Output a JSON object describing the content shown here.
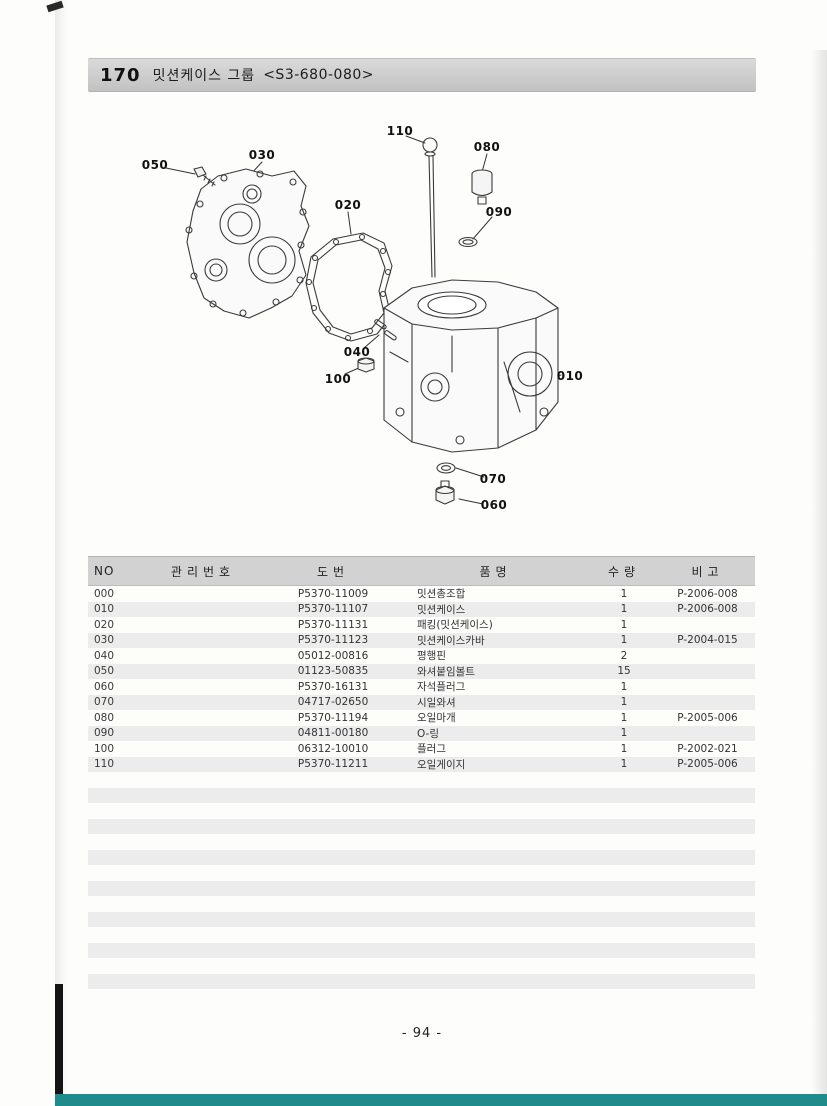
{
  "header": {
    "number": "170",
    "title": "밋션케이스 그룹",
    "code": "<S3-680-080>"
  },
  "diagram": {
    "callouts": [
      "050",
      "030",
      "020",
      "110",
      "080",
      "090",
      "040",
      "100",
      "010",
      "070",
      "060"
    ]
  },
  "table": {
    "columns": [
      "NO",
      "관리번호",
      "도번",
      "품명",
      "수량",
      "비고"
    ],
    "rows": [
      {
        "no": "000",
        "mgmt": "",
        "dwg": "P5370-11009",
        "name": "밋션총조합",
        "qty": "1",
        "remark": "P-2006-008"
      },
      {
        "no": "010",
        "mgmt": "",
        "dwg": "P5370-11107",
        "name": "밋션케이스",
        "qty": "1",
        "remark": "P-2006-008"
      },
      {
        "no": "020",
        "mgmt": "",
        "dwg": "P5370-11131",
        "name": "패킹(밋션케이스)",
        "qty": "1",
        "remark": ""
      },
      {
        "no": "030",
        "mgmt": "",
        "dwg": "P5370-11123",
        "name": "밋션케이스카바",
        "qty": "1",
        "remark": "P-2004-015"
      },
      {
        "no": "040",
        "mgmt": "",
        "dwg": "05012-00816",
        "name": "평행핀",
        "qty": "2",
        "remark": ""
      },
      {
        "no": "050",
        "mgmt": "",
        "dwg": "01123-50835",
        "name": "와셔붙임볼트",
        "qty": "15",
        "remark": ""
      },
      {
        "no": "060",
        "mgmt": "",
        "dwg": "P5370-16131",
        "name": "자석플러그",
        "qty": "1",
        "remark": ""
      },
      {
        "no": "070",
        "mgmt": "",
        "dwg": "04717-02650",
        "name": "시일와셔",
        "qty": "1",
        "remark": ""
      },
      {
        "no": "080",
        "mgmt": "",
        "dwg": "P5370-11194",
        "name": "오일마개",
        "qty": "1",
        "remark": "P-2005-006"
      },
      {
        "no": "090",
        "mgmt": "",
        "dwg": "04811-00180",
        "name": "O-링",
        "qty": "1",
        "remark": ""
      },
      {
        "no": "100",
        "mgmt": "",
        "dwg": "06312-10010",
        "name": "플러그",
        "qty": "1",
        "remark": "P-2002-021"
      },
      {
        "no": "110",
        "mgmt": "",
        "dwg": "P5370-11211",
        "name": "오일게이지",
        "qty": "1",
        "remark": "P-2005-006"
      }
    ]
  },
  "footer": {
    "page_number": "- 94 -"
  }
}
